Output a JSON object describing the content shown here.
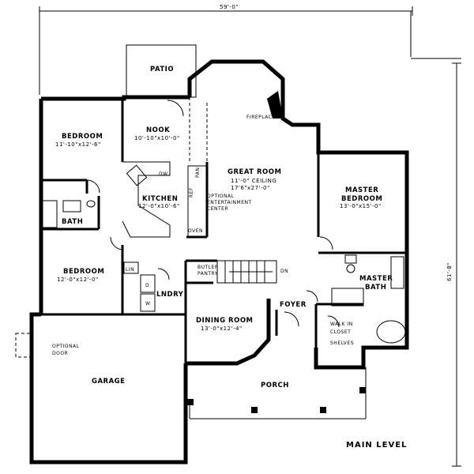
{
  "dimensions": {
    "overall_width": "59'-0\"",
    "overall_depth": "61'-8\""
  },
  "rooms": {
    "patio": {
      "name": "PATIO"
    },
    "nook": {
      "name": "NOOK",
      "size": "10'-10\"x10'-0\""
    },
    "bedroom1": {
      "name": "BEDROOM",
      "size": "11'-10\"x12'-6\""
    },
    "kitchen": {
      "name": "KITCHEN",
      "size": "12'-0\"x10'-6\""
    },
    "great_room": {
      "name": "GREAT ROOM",
      "ceiling": "11'-0\" CEILING",
      "size": "17'6\"x27'-0\""
    },
    "master_bedroom": {
      "name": "MASTER",
      "name2": "BEDROOM",
      "size": "13'-0\"x15'-0\""
    },
    "bath": {
      "name": "BATH"
    },
    "bedroom2": {
      "name": "BEDROOM",
      "size": "12'-0\"x12'-0\""
    },
    "laundry": {
      "name": "LNDRY"
    },
    "dining": {
      "name": "DINING ROOM",
      "size": "13'-0\"x12'-4\""
    },
    "foyer": {
      "name": "FOYER"
    },
    "master_bath": {
      "name": "MASTER",
      "name2": "BATH"
    },
    "walk_in_closet": {
      "line1": "WALK IN",
      "line2": "CLOSET",
      "line3": "SHELVES"
    },
    "garage": {
      "name": "GARAGE"
    },
    "porch": {
      "name": "PORCH"
    }
  },
  "labels": {
    "fireplace": "FIREPLACE",
    "optional_ent_1": "OPTIONAL",
    "optional_ent_2": "ENTERTAINMENT",
    "optional_ent_3": "CENTER",
    "butlers_pantry_1": "BUTLER",
    "butlers_pantry_2": "PANTRY",
    "optional_door_1": "OPTIONAL",
    "optional_door_2": "DOOR",
    "dw": "DW",
    "ref": "REF",
    "pan": "PAN",
    "oven": "OVEN",
    "lin": "LIN",
    "d": "D",
    "w": "W",
    "dn": "DN",
    "main_level": "MAIN LEVEL"
  }
}
